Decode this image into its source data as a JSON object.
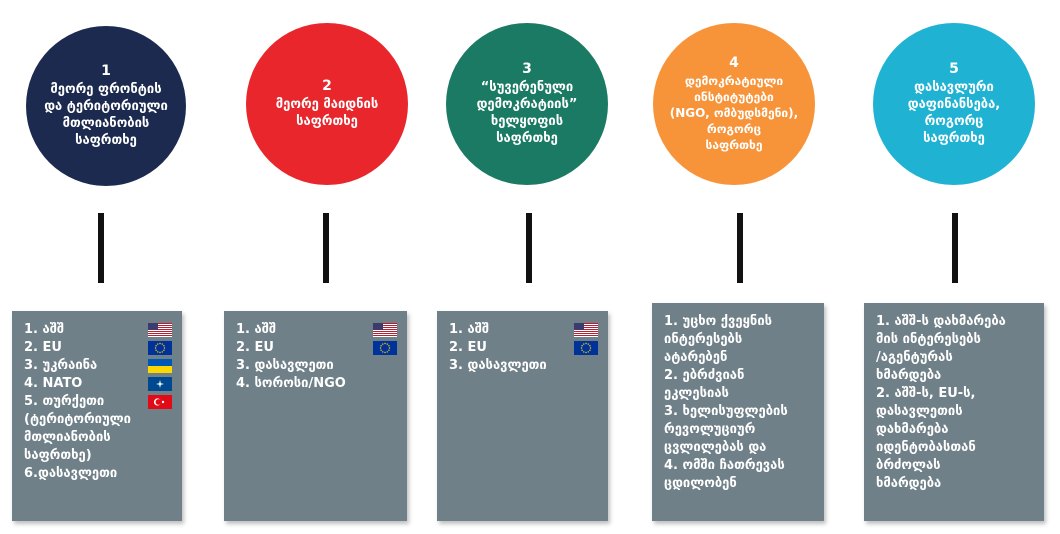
{
  "columns": [
    {
      "number": "1",
      "title": "მეორე ფრონტის\nდა ტერიტორიული\nმთლიანობის\nსაფრთხე",
      "color": "#1c2a4f",
      "items": [
        {
          "text": "1. აშშ",
          "flag": "usa-flag"
        },
        {
          "text": "2. EU",
          "flag": "eu-flag"
        },
        {
          "text": "3. უკრაინა",
          "flag": "ukraine-flag"
        },
        {
          "text": "4. NATO",
          "flag": "nato-flag"
        },
        {
          "text": "5. თურქეთი",
          "flag": "turkey-flag"
        },
        {
          "text": "(ტერიტორიული\nმთლიანობის\nსაფრთხე)"
        },
        {
          "text": "6.დასავლეთი"
        }
      ]
    },
    {
      "number": "2",
      "title": "მეორე მაიდნის\nსაფრთხე",
      "color": "#e8262b",
      "items": [
        {
          "text": "1. აშშ",
          "flag": "usa-flag"
        },
        {
          "text": "2. EU",
          "flag": "eu-flag"
        },
        {
          "text": "3. დასავლეთი"
        },
        {
          "text": "4. სოროსი/NGO"
        }
      ]
    },
    {
      "number": "3",
      "title": "“სუვერენული\nდემოკრატიის”\nხელყოფის\nსაფრთხე",
      "color": "#1a7a63",
      "items": [
        {
          "text": "1. აშშ",
          "flag": "usa-flag"
        },
        {
          "text": "2. EU",
          "flag": "eu-flag"
        },
        {
          "text": "3. დასავლეთი"
        }
      ]
    },
    {
      "number": "4",
      "title": "დემოკრატიული\nინსტიტუტები\n(NGO, ომბუდსმენი),\nროგორც\nსაფრთხე",
      "color": "#f7943a",
      "items": [
        {
          "text": "1. უცხო ქვეყნის\nინტერესებს\nატარებენ"
        },
        {
          "text": "2. ებრძვიან\nეკლესიას"
        },
        {
          "text": "3. ხელისუფლების\nრევოლუციურ\nცვლილებას და"
        },
        {
          "text": "4. ომში ჩათრევას\nცდილობენ"
        }
      ]
    },
    {
      "number": "5",
      "title": "დასავლური\nდაფინანსება,\nროგორც\nსაფრთხე",
      "color": "#1fb2d3",
      "items": [
        {
          "text": "1. აშშ-ს დახმარება\nმის ინტერესებს\n/აგენტურას\nხმარდება"
        },
        {
          "text": "2. აშშ-ს, EU-ს,\nდასავლეთის\nდახმარება\nიდენტობასთან\nბრძოლას\nხმარდება"
        }
      ]
    }
  ],
  "colors": {
    "box": "#6f8088",
    "connector": "#111111",
    "usa_red": "#b22234",
    "usa_blue": "#3c3b6e",
    "eu_blue": "#003399",
    "eu_gold": "#ffcc00",
    "ukraine_blue": "#0057b7",
    "ukraine_yellow": "#ffd700",
    "nato_blue": "#004990",
    "turkey_red": "#e30a17"
  }
}
